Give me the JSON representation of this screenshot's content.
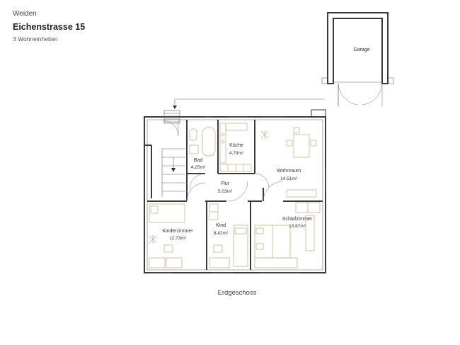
{
  "header": {
    "city": "Weiden",
    "street": "Eichenstrasse 15",
    "units": "3 Wohneinheiten"
  },
  "floor_label": "Erdgeschoss",
  "rooms": {
    "garage": {
      "name": "Garage"
    },
    "kueche": {
      "name": "Küche",
      "area": "4,79m²"
    },
    "bad": {
      "name": "Bad",
      "area": "4,25m²"
    },
    "wohnraum": {
      "name": "Wohnraum",
      "area": "14,51m²"
    },
    "flur": {
      "name": "Flur",
      "area": "5,03m²"
    },
    "kinderzimmer": {
      "name": "Kinderzimmer",
      "area": "12,73m²"
    },
    "kind": {
      "name": "Kind",
      "area": "8,42m²"
    },
    "schlafzimmer": {
      "name": "Schlafzimmer",
      "area": "13,67m²"
    }
  },
  "colors": {
    "wall": "#3a3a3a",
    "furniture": "#c8b48a",
    "background": "#ffffff"
  }
}
